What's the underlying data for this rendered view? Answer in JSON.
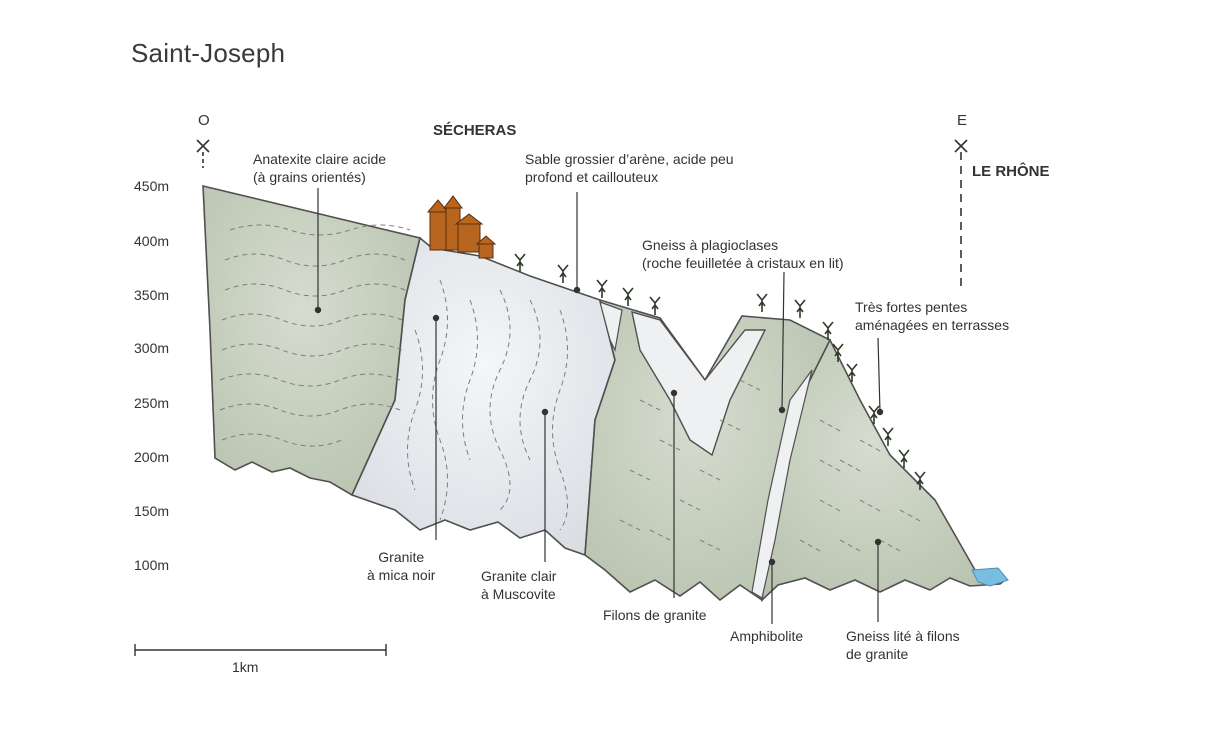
{
  "title": "Saint-Joseph",
  "axis": {
    "ticks": [
      "450m",
      "400m",
      "350m",
      "300m",
      "250m",
      "200m",
      "150m",
      "100m"
    ]
  },
  "compass": {
    "west": "O",
    "east": "E"
  },
  "places": {
    "village": "SÉCHERAS",
    "river": "LE RHÔNE"
  },
  "scale_bar": {
    "label": "1km"
  },
  "labels": {
    "anatexite_l1": "Anatexite claire acide",
    "anatexite_l2": "(à grains orientés)",
    "sable_l1": "Sable grossier d’arène, acide peu",
    "sable_l2": "profond et caillouteux",
    "gneiss_plag_l1": "Gneiss à plagioclases",
    "gneiss_plag_l2": "(roche feuilletée à cristaux en lit)",
    "pentes_l1": "Très fortes pentes",
    "pentes_l2": "aménagées en terrasses",
    "granite_noir_l1": "Granite",
    "granite_noir_l2": "à mica noir",
    "granite_clair_l1": "Granite clair",
    "granite_clair_l2": "à Muscovite",
    "filons": "Filons de granite",
    "amphibolite": "Amphibolite",
    "gneiss_lite_l1": "Gneiss lité à filons",
    "gneiss_lite_l2": "de granite"
  },
  "colors": {
    "green_rock": "#c4cdbb",
    "light_rock": "#e8ebee",
    "outline": "#505050",
    "water": "#79bde0",
    "village": "#b8651f"
  }
}
